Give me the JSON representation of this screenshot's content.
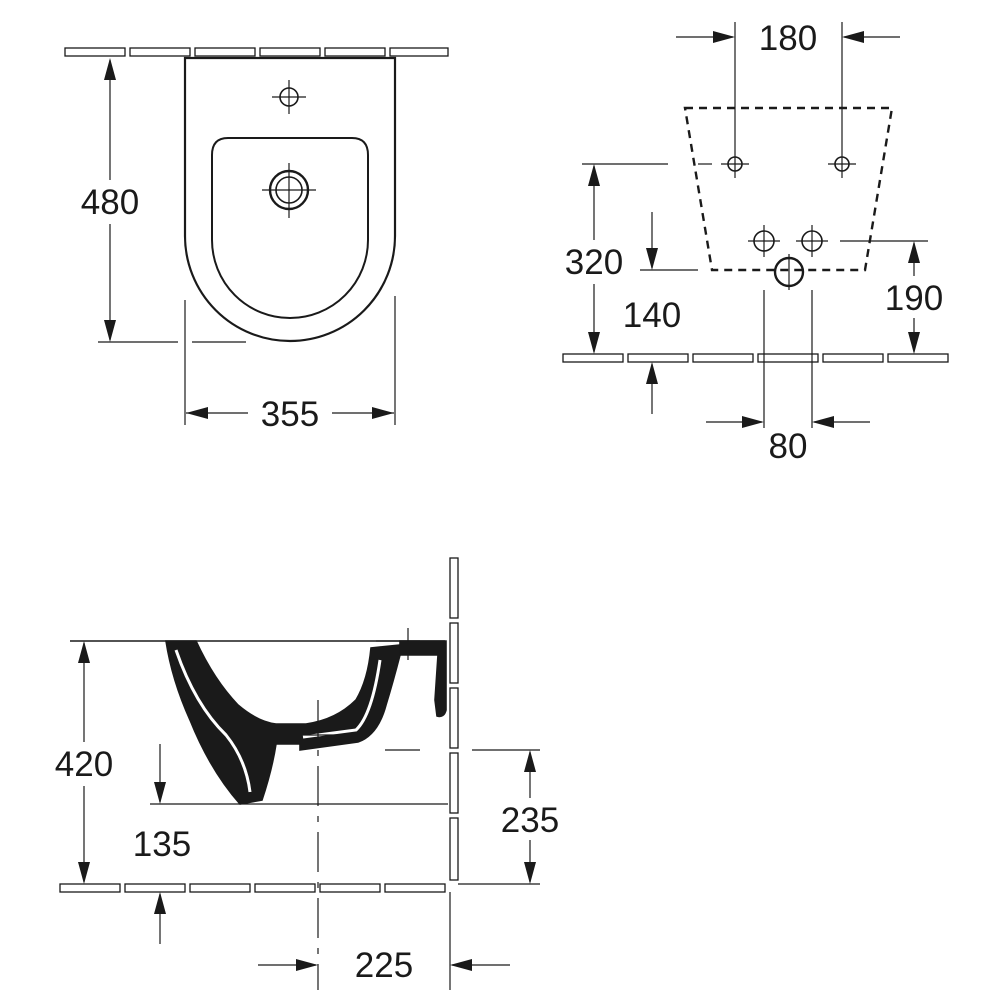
{
  "top_view": {
    "height_dim": "480",
    "width_dim": "355"
  },
  "rear_view": {
    "fixing_spacing_dim": "180",
    "fixing_height_dim": "320",
    "supply_height_dim": "140",
    "waste_height_dim": "190",
    "supply_spacing_dim": "80"
  },
  "side_view": {
    "rim_height_dim": "420",
    "underside_height_dim": "135",
    "waste_height_dim": "235",
    "waste_projection_dim": "225"
  },
  "colors": {
    "ink": "#1a1a1a",
    "background": "#ffffff"
  }
}
